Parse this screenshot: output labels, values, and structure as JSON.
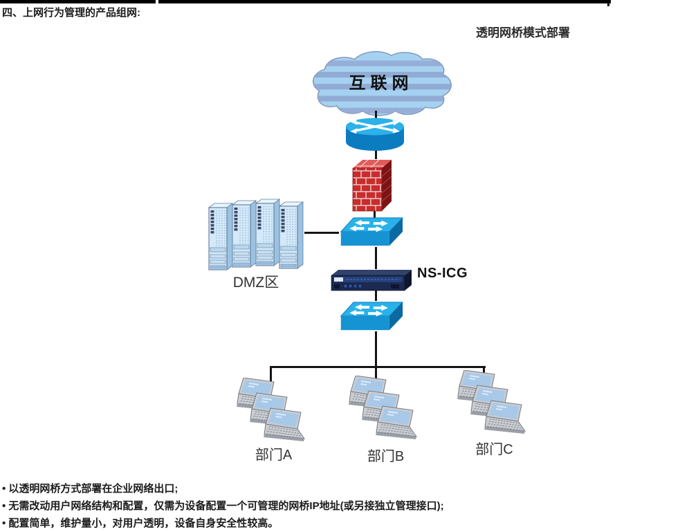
{
  "page": {
    "heading": "四、上网行为管理的产品组网:",
    "subtitle": "透明网桥模式部署"
  },
  "diagram": {
    "internet_label": "互联网",
    "dmz_label": "DMZ区",
    "appliance_label": "NS-ICG",
    "departments": [
      {
        "label": "部门A"
      },
      {
        "label": "部门B"
      },
      {
        "label": "部门C"
      }
    ],
    "icons": [
      "internet-cloud-icon",
      "router-icon",
      "firewall-icon",
      "switch-icon",
      "dmz-servers-icon",
      "nsicg-appliance-icon",
      "switch-icon",
      "laptop-group-icon"
    ]
  },
  "notes": [
    "• 以透明网桥方式部署在企业网络出口;",
    "• 无需改动用户网络结构和配置，仅需为设备配置一个可管理的网桥IP地址(或另接独立管理接口);",
    "• 配置简单，维护量小，对用户透明，设备自身安全性较高。"
  ],
  "colors": {
    "device_cyan": "#29b2ea",
    "device_cyan_dark": "#0c6aa2",
    "router_cyan": "#2cb1e9",
    "firewall_red": "#c92c2c",
    "cloud_blue": "#a5d2f0",
    "cloud_stripe": "#8fa6d2",
    "server_blue": "#d4e9f9",
    "appliance_navy": "#1b2a4e",
    "laptop_screen": "#a8c8e8",
    "connector_black": "#141414",
    "text_black": "#1b1b1b"
  }
}
